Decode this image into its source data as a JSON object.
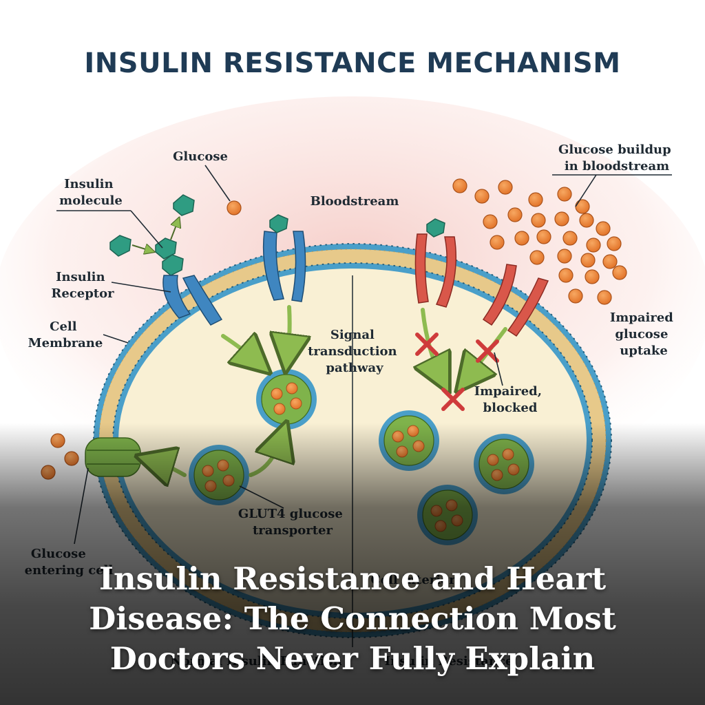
{
  "diagram": {
    "title": "INSULIN RESISTANCE MECHANISM",
    "labels": {
      "glucose": "Glucose",
      "insulin_molecule_1": "Insulin",
      "insulin_molecule_2": "molecule",
      "bloodstream": "Bloodstream",
      "glucose_buildup_1": "Glucose buildup",
      "glucose_buildup_2": "in bloodstream",
      "insulin_receptor_1": "Insulin",
      "insulin_receptor_2": "Receptor",
      "cell_membrane_1": "Cell",
      "cell_membrane_2": "Membrane",
      "signal_1": "Signal",
      "signal_2": "transduction",
      "signal_3": "pathway",
      "impaired_uptake_1": "Impaired",
      "impaired_uptake_2": "glucose",
      "impaired_uptake_3": "uptake",
      "impaired_blocked_1": "Impaired,",
      "impaired_blocked_2": "blocked",
      "glut4_1": "GLUT4 glucose",
      "glut4_2": "transporter",
      "glucose_entering_1": "Glucose",
      "glucose_entering_2": "entering cell",
      "cell_interior": "Cell interior",
      "normal_function": "Normal Insulin Function",
      "resistance": "Insulin Resistance"
    },
    "colors": {
      "title": "#1f3b55",
      "normal_receptor": "#3f86c0",
      "resistant_receptor": "#d9574a",
      "insulin": "#2f9c82",
      "glucose": "#ee8a3c",
      "vesicle": "#7fb34b",
      "arrow": "#8ebb50",
      "blocked": "#cf3b3b",
      "membrane_head": "#4a9fc9",
      "membrane_tail": "#e7c98a",
      "cytoplasm": "#f9f0d4"
    }
  },
  "headline": {
    "line1": "Insulin Resistance and Heart",
    "line2": "Disease: The Connection Most",
    "line3": "Doctors Never Fully Explain"
  }
}
